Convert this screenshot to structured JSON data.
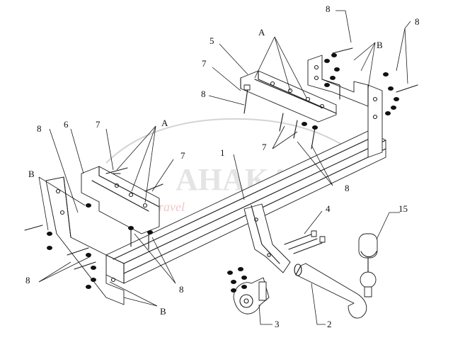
{
  "watermark": {
    "brand": "AHAKA",
    "tagline": "park and travel"
  },
  "callouts": [
    {
      "id": "c8-top",
      "text": "8"
    },
    {
      "id": "c8-top-right",
      "text": "8"
    },
    {
      "id": "c5",
      "text": "5"
    },
    {
      "id": "cA-top",
      "text": "A"
    },
    {
      "id": "cB-right",
      "text": "B"
    },
    {
      "id": "c7-upper",
      "text": "7"
    },
    {
      "id": "c8-upper",
      "text": "8"
    },
    {
      "id": "c7-mid",
      "text": "7"
    },
    {
      "id": "c8-mid-right",
      "text": "8"
    },
    {
      "id": "c8-left",
      "text": "8"
    },
    {
      "id": "c6",
      "text": "6"
    },
    {
      "id": "c7-left",
      "text": "7"
    },
    {
      "id": "cA-left",
      "text": "A"
    },
    {
      "id": "c7-left-lower",
      "text": "7"
    },
    {
      "id": "c1",
      "text": "1"
    },
    {
      "id": "cB-left",
      "text": "B"
    },
    {
      "id": "c4",
      "text": "4"
    },
    {
      "id": "c15",
      "text": "15"
    },
    {
      "id": "c8-bottom-left",
      "text": "8"
    },
    {
      "id": "c8-bottom-mid",
      "text": "8"
    },
    {
      "id": "cB-bottom",
      "text": "B"
    },
    {
      "id": "c3",
      "text": "3"
    },
    {
      "id": "c2",
      "text": "2"
    }
  ]
}
